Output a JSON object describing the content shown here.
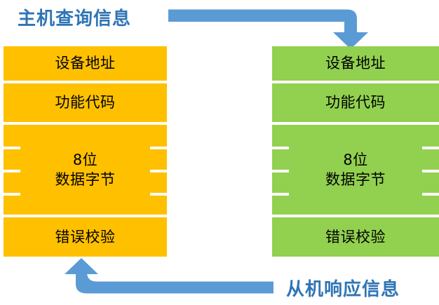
{
  "diagram": {
    "title_left": "主机查询信息",
    "title_right": "从机响应信息",
    "colors": {
      "query_fill": "#FFC000",
      "response_fill": "#92D050",
      "arrow": "#5B9BD5",
      "caption_text": "#2E75B6",
      "field_text": "#000000",
      "divider": "#FFFFFF"
    },
    "query_frame": {
      "name": "主机查询信息",
      "fields": [
        {
          "label": "设备地址"
        },
        {
          "label": "功能代码"
        },
        {
          "label_line1": "8位",
          "label_line2": "数据字节"
        },
        {
          "label": "错误校验"
        }
      ]
    },
    "response_frame": {
      "name": "从机响应信息",
      "fields": [
        {
          "label": "设备地址"
        },
        {
          "label": "功能代码"
        },
        {
          "label_line1": "8位",
          "label_line2": "数据字节"
        },
        {
          "label": "错误校验"
        }
      ]
    },
    "arrows": [
      {
        "name": "query-arrow",
        "direction": "right-then-down",
        "from": "主机查询信息",
        "to": "从机响应信息"
      },
      {
        "name": "response-arrow",
        "direction": "left-then-up",
        "from": "从机响应信息",
        "to": "主机查询信息"
      }
    ]
  }
}
